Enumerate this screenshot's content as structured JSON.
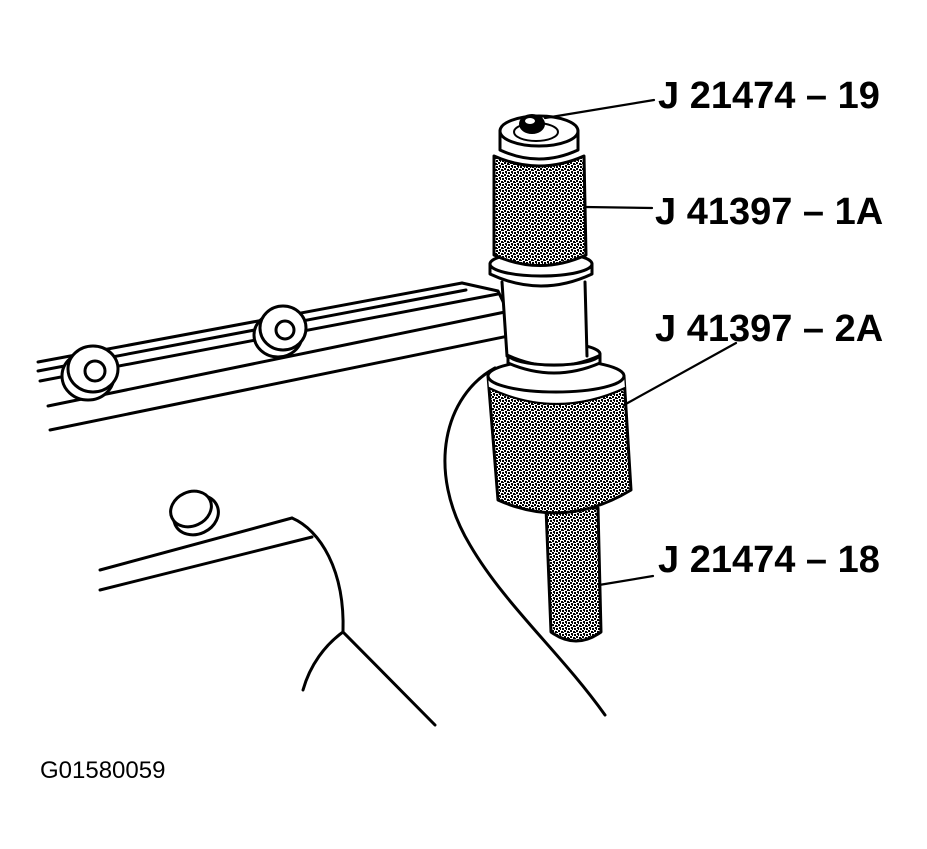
{
  "callouts": [
    "J 21474 – 19",
    "J 41397 – 1A",
    "J 41397 – 2A",
    "J 21474 – 18"
  ],
  "figure_code": "G01580059"
}
